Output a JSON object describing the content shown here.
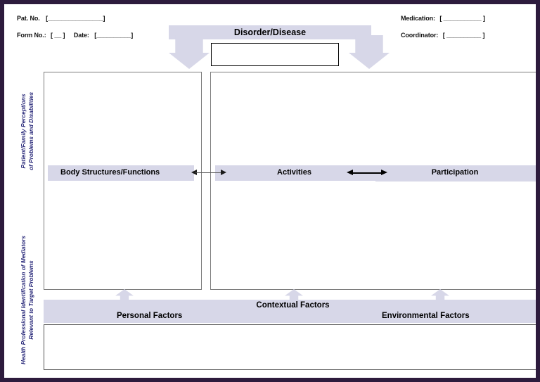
{
  "header": {
    "patient_number_label": "Pat. No.",
    "patient_number_value": "[________________]",
    "form_number_label": "Form No.:",
    "form_number_value": "[ __ ]",
    "date_label": "Date:",
    "date_value": "[__________]",
    "medication_label": "Medication:",
    "medication_value": "[ ___________ ]",
    "coordinator_label": "Coordinator:",
    "coordinator_value": "[ __________ ]"
  },
  "disorder": {
    "title": "Disorder/Disease",
    "input_value": ""
  },
  "sidebar": {
    "top_label_line1": "Patient/Family Perceptions",
    "top_label_line2": "of Problems and Disabilities",
    "bottom_label_line1": "Health Professional Identification of Mediators",
    "bottom_label_line2": "Relevant to Target Problems"
  },
  "domains": {
    "body_structures": "Body Structures/Functions",
    "activities": "Activities",
    "participation": "Participation"
  },
  "contextual": {
    "title": "Contextual Factors",
    "personal": "Personal Factors",
    "environmental": "Environmental Factors",
    "notes_value": ""
  },
  "colors": {
    "frame": "#2d1b3d",
    "band": "#d7d7e8",
    "sidebar_text": "#2a2a7a",
    "box_border": "#7c7c7c"
  }
}
